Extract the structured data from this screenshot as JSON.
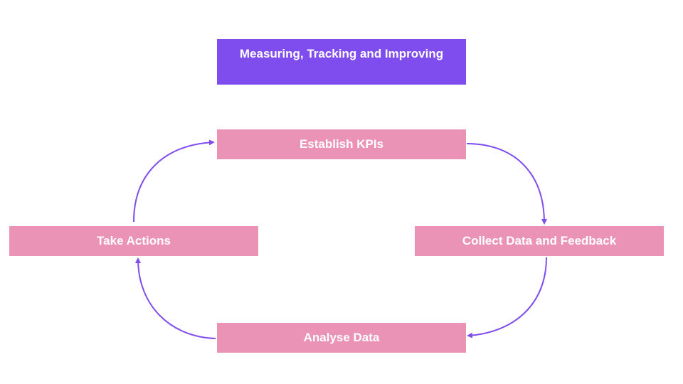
{
  "title": "Measuring, Tracking and Improving",
  "steps": {
    "establish": "Establish KPIs",
    "collect": "Collect Data and Feedback",
    "analyse": "Analyse Data",
    "act": "Take Actions"
  },
  "colors": {
    "title_bg": "#7f4ded",
    "step_bg": "#ea93b6",
    "arrow": "#7f4ded",
    "text": "#ffffff"
  }
}
